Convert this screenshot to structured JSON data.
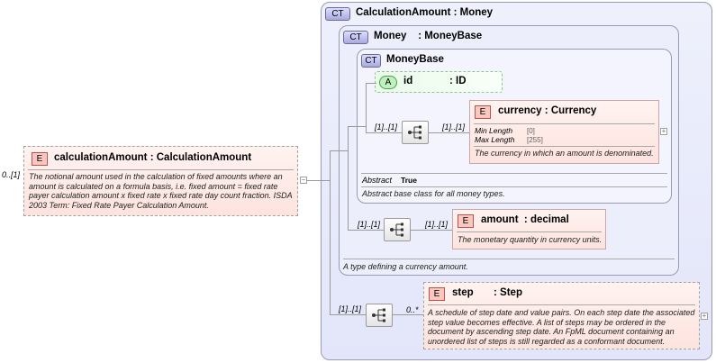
{
  "root": {
    "badge": "E",
    "name": "calculationAmount",
    "type": ": CalculationAmount",
    "multiplicity": "0..[1]",
    "doc": "The notional amount used in the calculation of fixed amounts where an amount is calculated on a formula basis, i.e. fixed amount = fixed rate payer calculation amount x fixed rate x fixed rate day count fraction. ISDA 2003 Term: Fixed Rate Payer Calculation Amount."
  },
  "outer_type": {
    "badge": "CT",
    "name": "CalculationAmount",
    "base": ": Money",
    "money": {
      "badge": "CT",
      "name": "Money",
      "base": ": MoneyBase",
      "doc": "A type defining a currency amount.",
      "money_base": {
        "badge": "CT",
        "name": "MoneyBase",
        "attribute": {
          "badge": "A",
          "name": "id",
          "type": ": ID"
        },
        "sequence_multiplicity": "[1]..[1]",
        "currency": {
          "badge": "E",
          "multiplicity": "[1]..[1]",
          "name": "currency",
          "type": ": Currency",
          "facets": [
            {
              "key": "Min Length",
              "value": "[0]"
            },
            {
              "key": "Max Length",
              "value": "[255]"
            }
          ],
          "doc": "The currency in which an amount is denominated."
        },
        "abstract_label": "Abstract",
        "abstract_value": "True",
        "doc": "Abstract base class for all money types."
      },
      "sequence_multiplicity": "[1]..[1]",
      "amount": {
        "badge": "E",
        "multiplicity": "[1]..[1]",
        "name": "amount",
        "type": ": decimal",
        "doc": "The monetary quantity in currency units."
      }
    },
    "sequence_multiplicity": "[1]..[1]",
    "step": {
      "badge": "E",
      "multiplicity": "0..*",
      "name": "step",
      "type": ": Step",
      "doc": "A schedule of step date and value pairs. On each step date the associated step value becomes effective. A list of steps may be ordered in the document by ascending step date. An FpML document containing an unordered list of steps is still regarded as a conformant document."
    }
  },
  "icons": {
    "sequence": "sequence-compositor-icon",
    "expand": "expand-plus-icon",
    "collapse": "collapse-minus-icon"
  }
}
